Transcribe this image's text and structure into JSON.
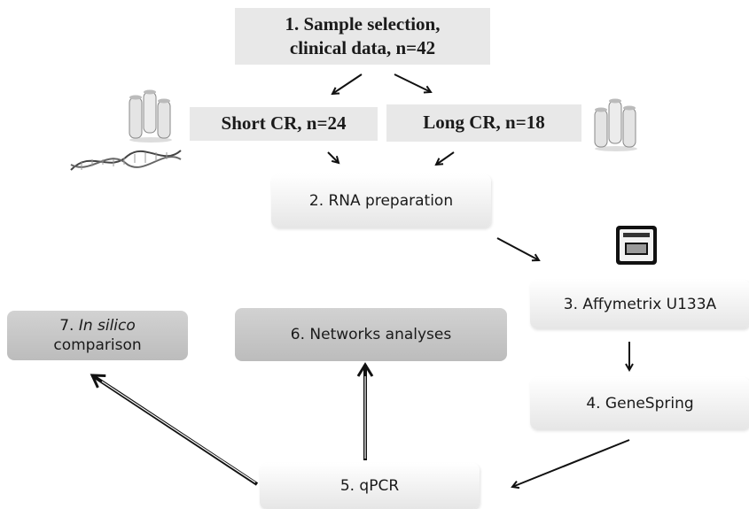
{
  "steps": {
    "step1": {
      "line1": "1.  Sample selection,",
      "line2": "clinical data, n=42"
    },
    "short_cr": "Short CR, n=24",
    "long_cr": "Long CR, n=18",
    "step2": "2. RNA preparation",
    "step3": "3. Affymetrix U133A",
    "step4": "4. GeneSpring",
    "step5": "5. qPCR",
    "step6": "6. Networks analyses",
    "step7": {
      "prefix": "7. ",
      "italic": "In silico",
      "suffix": "comparison"
    }
  },
  "icons": [
    "test-tubes-icon",
    "dna-helix-icon",
    "test-tubes-icon",
    "microarray-chip-icon"
  ]
}
